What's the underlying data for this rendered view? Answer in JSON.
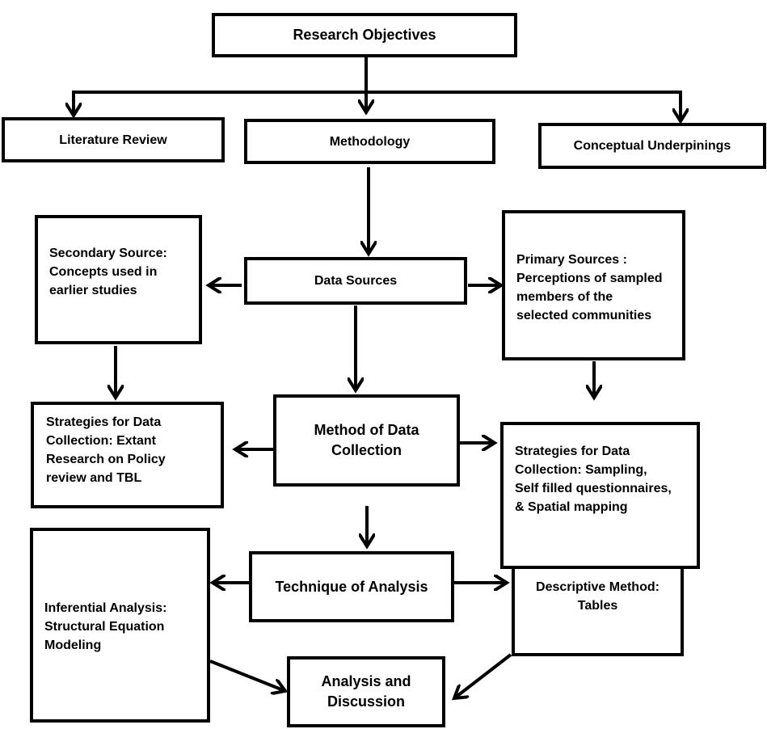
{
  "diagram": {
    "research_objectives": "Research Objectives",
    "literature_review": "Literature Review",
    "methodology": "Methodology",
    "conceptual_underpinings": "Conceptual Underpinings",
    "data_sources": "Data Sources",
    "secondary_source": "Secondary Source:\n Concepts used in\nearlier studies",
    "primary_sources": "Primary Sources :\nPerceptions of sampled\nmembers of the\nselected communities",
    "method_of_data_collection": "Method of Data\nCollection",
    "strategies_secondary": "Strategies for Data\nCollection: Extant\nResearch on Policy\nreview and TBL",
    "strategies_primary": "Strategies for Data\nCollection: Sampling,\nSelf filled questionnaires,\n& Spatial mapping",
    "technique_of_analysis": "Technique of Analysis",
    "inferential_analysis": "Inferential  Analysis:\nStructural Equation\nModeling",
    "descriptive_method": "Descriptive Method:\nTables",
    "analysis_and_discussion": "Analysis and\nDiscussion"
  }
}
